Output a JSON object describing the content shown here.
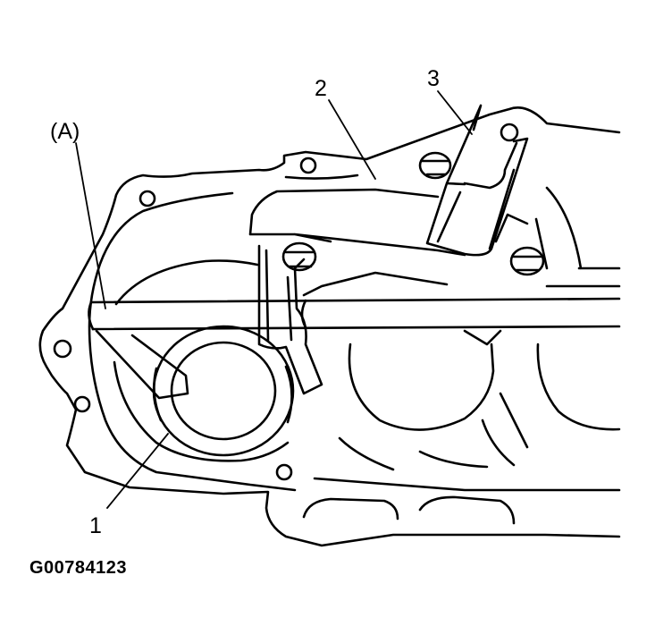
{
  "figure": {
    "code": "G00784123",
    "labels": {
      "a": "(A)",
      "one": "1",
      "two": "2",
      "three": "3"
    }
  },
  "colors": {
    "line": "#000000",
    "background": "#ffffff"
  }
}
